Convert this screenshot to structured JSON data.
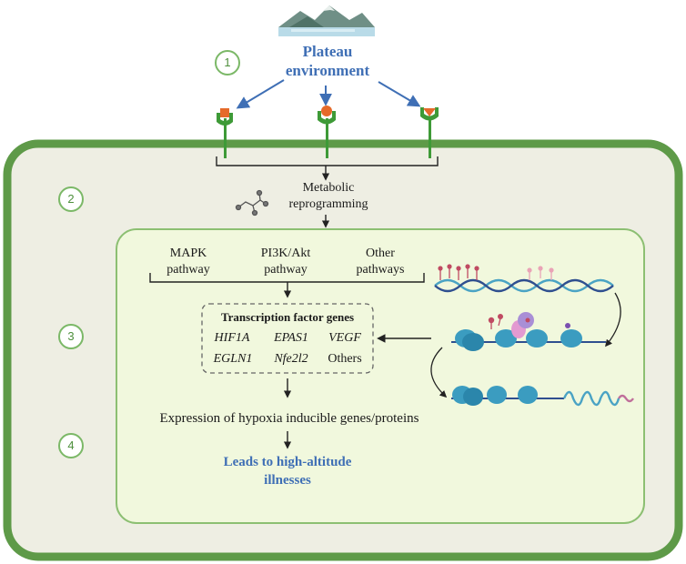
{
  "environment": {
    "line1": "Plateau",
    "line2": "environment"
  },
  "steps": [
    "1",
    "2",
    "3",
    "4"
  ],
  "metabolic": {
    "line1": "Metabolic",
    "line2": "reprogramming"
  },
  "pathways": {
    "mapk": {
      "line1": "MAPK",
      "line2": "pathway"
    },
    "pi3k": {
      "line1": "PI3K/Akt",
      "line2": "pathway"
    },
    "other": {
      "line1": "Other",
      "line2": "pathways"
    }
  },
  "tf": {
    "title": "Transcription factor genes",
    "genes_row1": [
      "HIF1A",
      "EPAS1",
      "VEGF"
    ],
    "genes_row2": [
      "EGLN1",
      "Nfe2l2",
      "Others"
    ]
  },
  "expression": "Expression of hypoxia inducible genes/proteins",
  "outcome": {
    "line1": "Leads to high-altitude",
    "line2": "illnesses"
  },
  "colors": {
    "cell_border": "#5e9a48",
    "cell_fill": "#eeeee3",
    "nucleus_fill": "#f1f8dd",
    "nucleus_border": "#8cbf72",
    "receptor_green": "#3e9a37",
    "ligand_orange": "#e56a2a",
    "arrow_blue": "#3f6fb5",
    "text_blue": "#3f6fb5",
    "dna_teal": "#4aa3c4"
  }
}
